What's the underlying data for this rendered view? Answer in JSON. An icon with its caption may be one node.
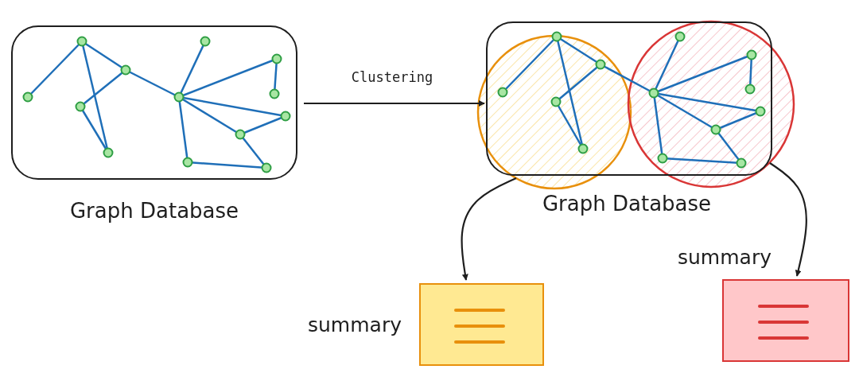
{
  "diagram": {
    "nodes": [
      {
        "text": [
          "Graph Database"
        ]
      },
      {
        "text": [
          "Graph Database"
        ]
      },
      {
        "text": [],
        "shape": "circle"
      },
      {
        "text": [],
        "shape": "circle"
      },
      {
        "text": [],
        "shape": "box",
        "beside": [
          "summary"
        ]
      },
      {
        "text": [],
        "shape": "box",
        "beside": [
          "summary"
        ]
      }
    ],
    "edges": [
      {
        "from": 0,
        "to": 1,
        "arrow": "to",
        "label": "Clustering"
      },
      {
        "from": 2,
        "to": 4,
        "arrow": "to"
      },
      {
        "from": 3,
        "to": 5,
        "arrow": "to"
      }
    ]
  }
}
